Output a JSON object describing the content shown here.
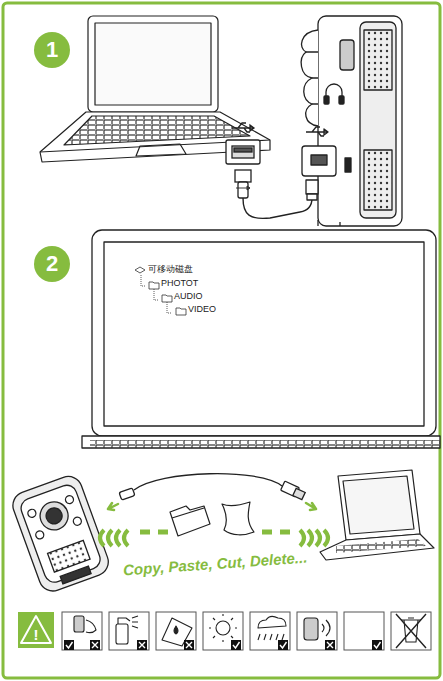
{
  "diagram": {
    "nodes": [
      {
        "text": [
          "1"
        ]
      },
      {
        "text": [
          "2"
        ]
      },
      {
        "text": [
          "!"
        ]
      }
    ],
    "labels": [
      "可移动磁盘",
      "PHOTOT",
      "AUDIO",
      "VIDEO",
      "Copy, Paste, Cut, Delete..."
    ]
  }
}
